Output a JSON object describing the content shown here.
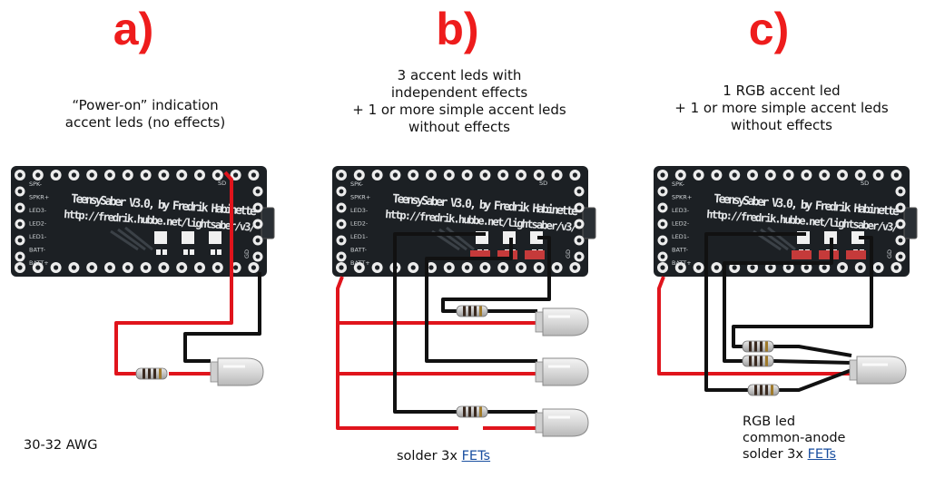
{
  "panels": [
    {
      "letter": "a)",
      "caption_lines": [
        "“Power-on” indication",
        "accent leds (no effects)"
      ],
      "board_line1": "TeensySaber V3.0, by Fredrik Habinette",
      "board_line2": "http://fredrik.hubbe.net/lightsaber/v3/",
      "note_prefix": "30-32 AWG",
      "note_link": ""
    },
    {
      "letter": "b)",
      "caption_lines": [
        "3 accent leds with",
        "independent effects",
        "+ 1 or more simple accent leds",
        "without effects"
      ],
      "board_line1": "TeensySaber V3.0, by Fredrik Habinette",
      "board_line2": "http://fredrik.hubbe.net/lightsaber/v3/",
      "note_prefix": "solder 3x ",
      "note_link": "FETs"
    },
    {
      "letter": "c)",
      "caption_lines": [
        "1 RGB accent led",
        "+ 1 or more simple accent leds",
        "without effects"
      ],
      "board_line1": "TeensySaber V3.0, by Fredrik Habinette",
      "board_line2": "http://fredrik.hubbe.net/lightsaber/v3/",
      "note_lines": [
        "RGB led",
        "common-anode"
      ],
      "note_prefix": "solder 3x ",
      "note_link": "FETs"
    }
  ],
  "pin_labels": [
    "SPK-",
    "SPKR+",
    "LED3-",
    "LED2-",
    "LED1-",
    "BATT-",
    "BATT+"
  ],
  "top_pin_label": "SD",
  "side_pin_label": "GD",
  "colors": {
    "letter": "#ee1c1c",
    "wire_red": "#e0141c",
    "wire_black": "#111111",
    "board": "#1c2024",
    "link": "#1a4fa0"
  }
}
